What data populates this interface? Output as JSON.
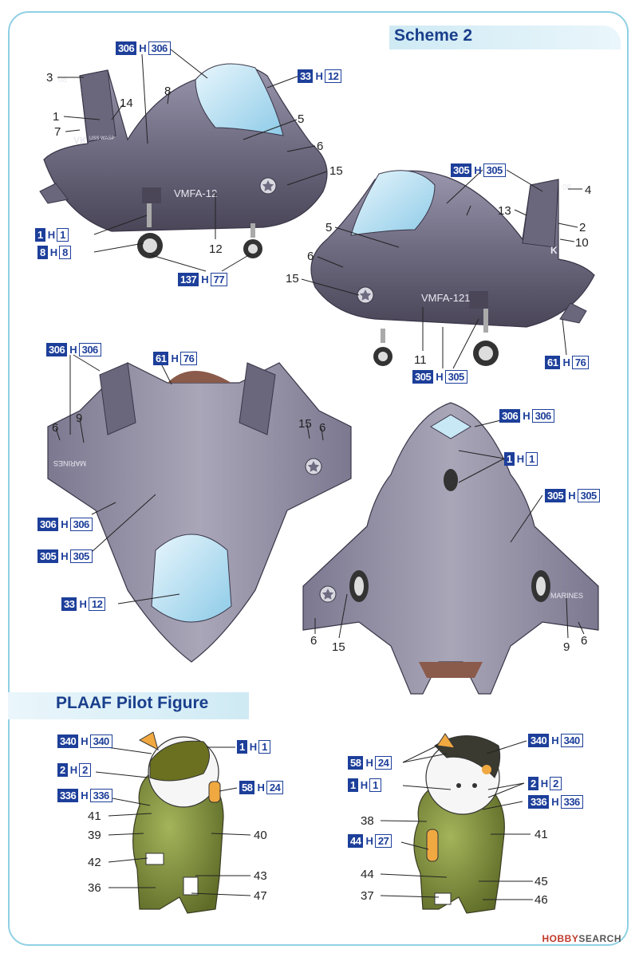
{
  "scheme_title": "Scheme 2",
  "pilot_title": "PLAAF Pilot Figure",
  "watermark": {
    "brand": "HOBBY",
    "suffix": "SEARCH"
  },
  "markings": {
    "vmfa": "VMFA-121",
    "vmfa_short": "VMFA-12",
    "marines": "MARINES",
    "modex": "08",
    "tail_code": "VK",
    "ship": "USS WASP"
  },
  "paints": [
    {
      "id": "p1",
      "a": "306",
      "b": "306"
    },
    {
      "id": "p2",
      "a": "33",
      "b": "12"
    },
    {
      "id": "p3",
      "a": "1",
      "b": "1"
    },
    {
      "id": "p4",
      "a": "8",
      "b": "8"
    },
    {
      "id": "p5",
      "a": "137",
      "b": "77"
    },
    {
      "id": "p6",
      "a": "305",
      "b": "305"
    },
    {
      "id": "p7",
      "a": "305",
      "b": "305"
    },
    {
      "id": "p8",
      "a": "61",
      "b": "76"
    },
    {
      "id": "p9",
      "a": "306",
      "b": "306"
    },
    {
      "id": "p10",
      "a": "61",
      "b": "76"
    },
    {
      "id": "p11",
      "a": "306",
      "b": "306"
    },
    {
      "id": "p12",
      "a": "1",
      "b": "1"
    },
    {
      "id": "p13",
      "a": "306",
      "b": "306"
    },
    {
      "id": "p14",
      "a": "305",
      "b": "305"
    },
    {
      "id": "p15",
      "a": "305",
      "b": "305"
    },
    {
      "id": "p16",
      "a": "33",
      "b": "12"
    },
    {
      "id": "p17",
      "a": "340",
      "b": "340"
    },
    {
      "id": "p18",
      "a": "1",
      "b": "1"
    },
    {
      "id": "p19",
      "a": "2",
      "b": "2"
    },
    {
      "id": "p20",
      "a": "58",
      "b": "24"
    },
    {
      "id": "p21",
      "a": "336",
      "b": "336"
    },
    {
      "id": "p22",
      "a": "58",
      "b": "24"
    },
    {
      "id": "p23",
      "a": "340",
      "b": "340"
    },
    {
      "id": "p24",
      "a": "1",
      "b": "1"
    },
    {
      "id": "p25",
      "a": "2",
      "b": "2"
    },
    {
      "id": "p26",
      "a": "336",
      "b": "336"
    },
    {
      "id": "p27",
      "a": "44",
      "b": "27"
    }
  ],
  "callouts": [
    "3",
    "1",
    "7",
    "14",
    "8",
    "5",
    "6",
    "15",
    "12",
    "4",
    "2",
    "10",
    "13",
    "5",
    "6",
    "15",
    "11",
    "6",
    "9",
    "15",
    "6",
    "6",
    "15",
    "9",
    "6",
    "41",
    "39",
    "42",
    "36",
    "40",
    "43",
    "47",
    "38",
    "41",
    "44",
    "45",
    "37",
    "46"
  ]
}
